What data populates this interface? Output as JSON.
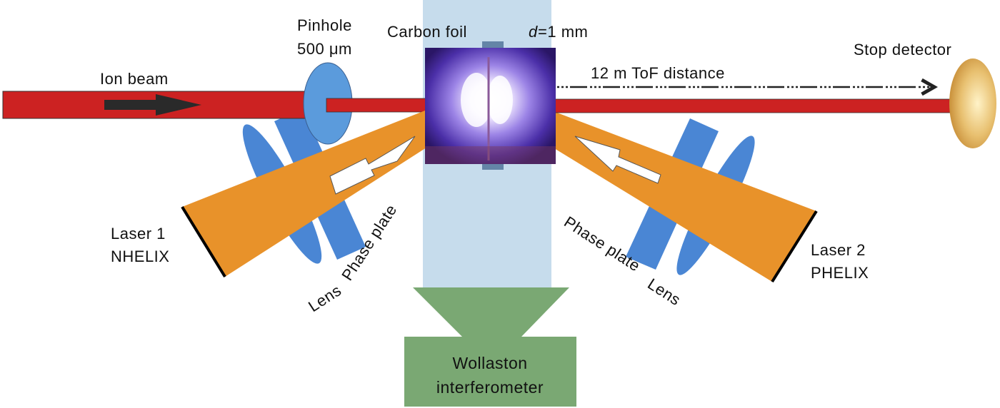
{
  "diagram": {
    "labels": {
      "ion_beam": "Ion beam",
      "pinhole_line1": "Pinhole",
      "pinhole_line2": "500 μm",
      "carbon_foil": "Carbon foil",
      "thickness_var": "d",
      "thickness_value": "=1 mm",
      "tof_distance": "12 m ToF distance",
      "stop_detector": "Stop detector",
      "laser1_line1": "Laser 1",
      "laser1_line2": "NHELIX",
      "laser2_line1": "Laser 2",
      "laser2_line2": "PHELIX",
      "lens_left": "Lens",
      "phase_plate_left": "Phase plate",
      "phase_plate_right": "Phase plate",
      "lens_right": "Lens",
      "interferometer_line1": "Wollaston",
      "interferometer_line2": "interferometer"
    },
    "colors": {
      "ion_beam": "#cc2222",
      "laser_beam": "#e8922a",
      "optics": "#4a86d4",
      "pinhole": "#5b9bdc",
      "probe_beam": "#c6dcec",
      "interferometer": "#7aa873",
      "detector": "#e0b860",
      "plasma": "#5a3fb0"
    }
  }
}
